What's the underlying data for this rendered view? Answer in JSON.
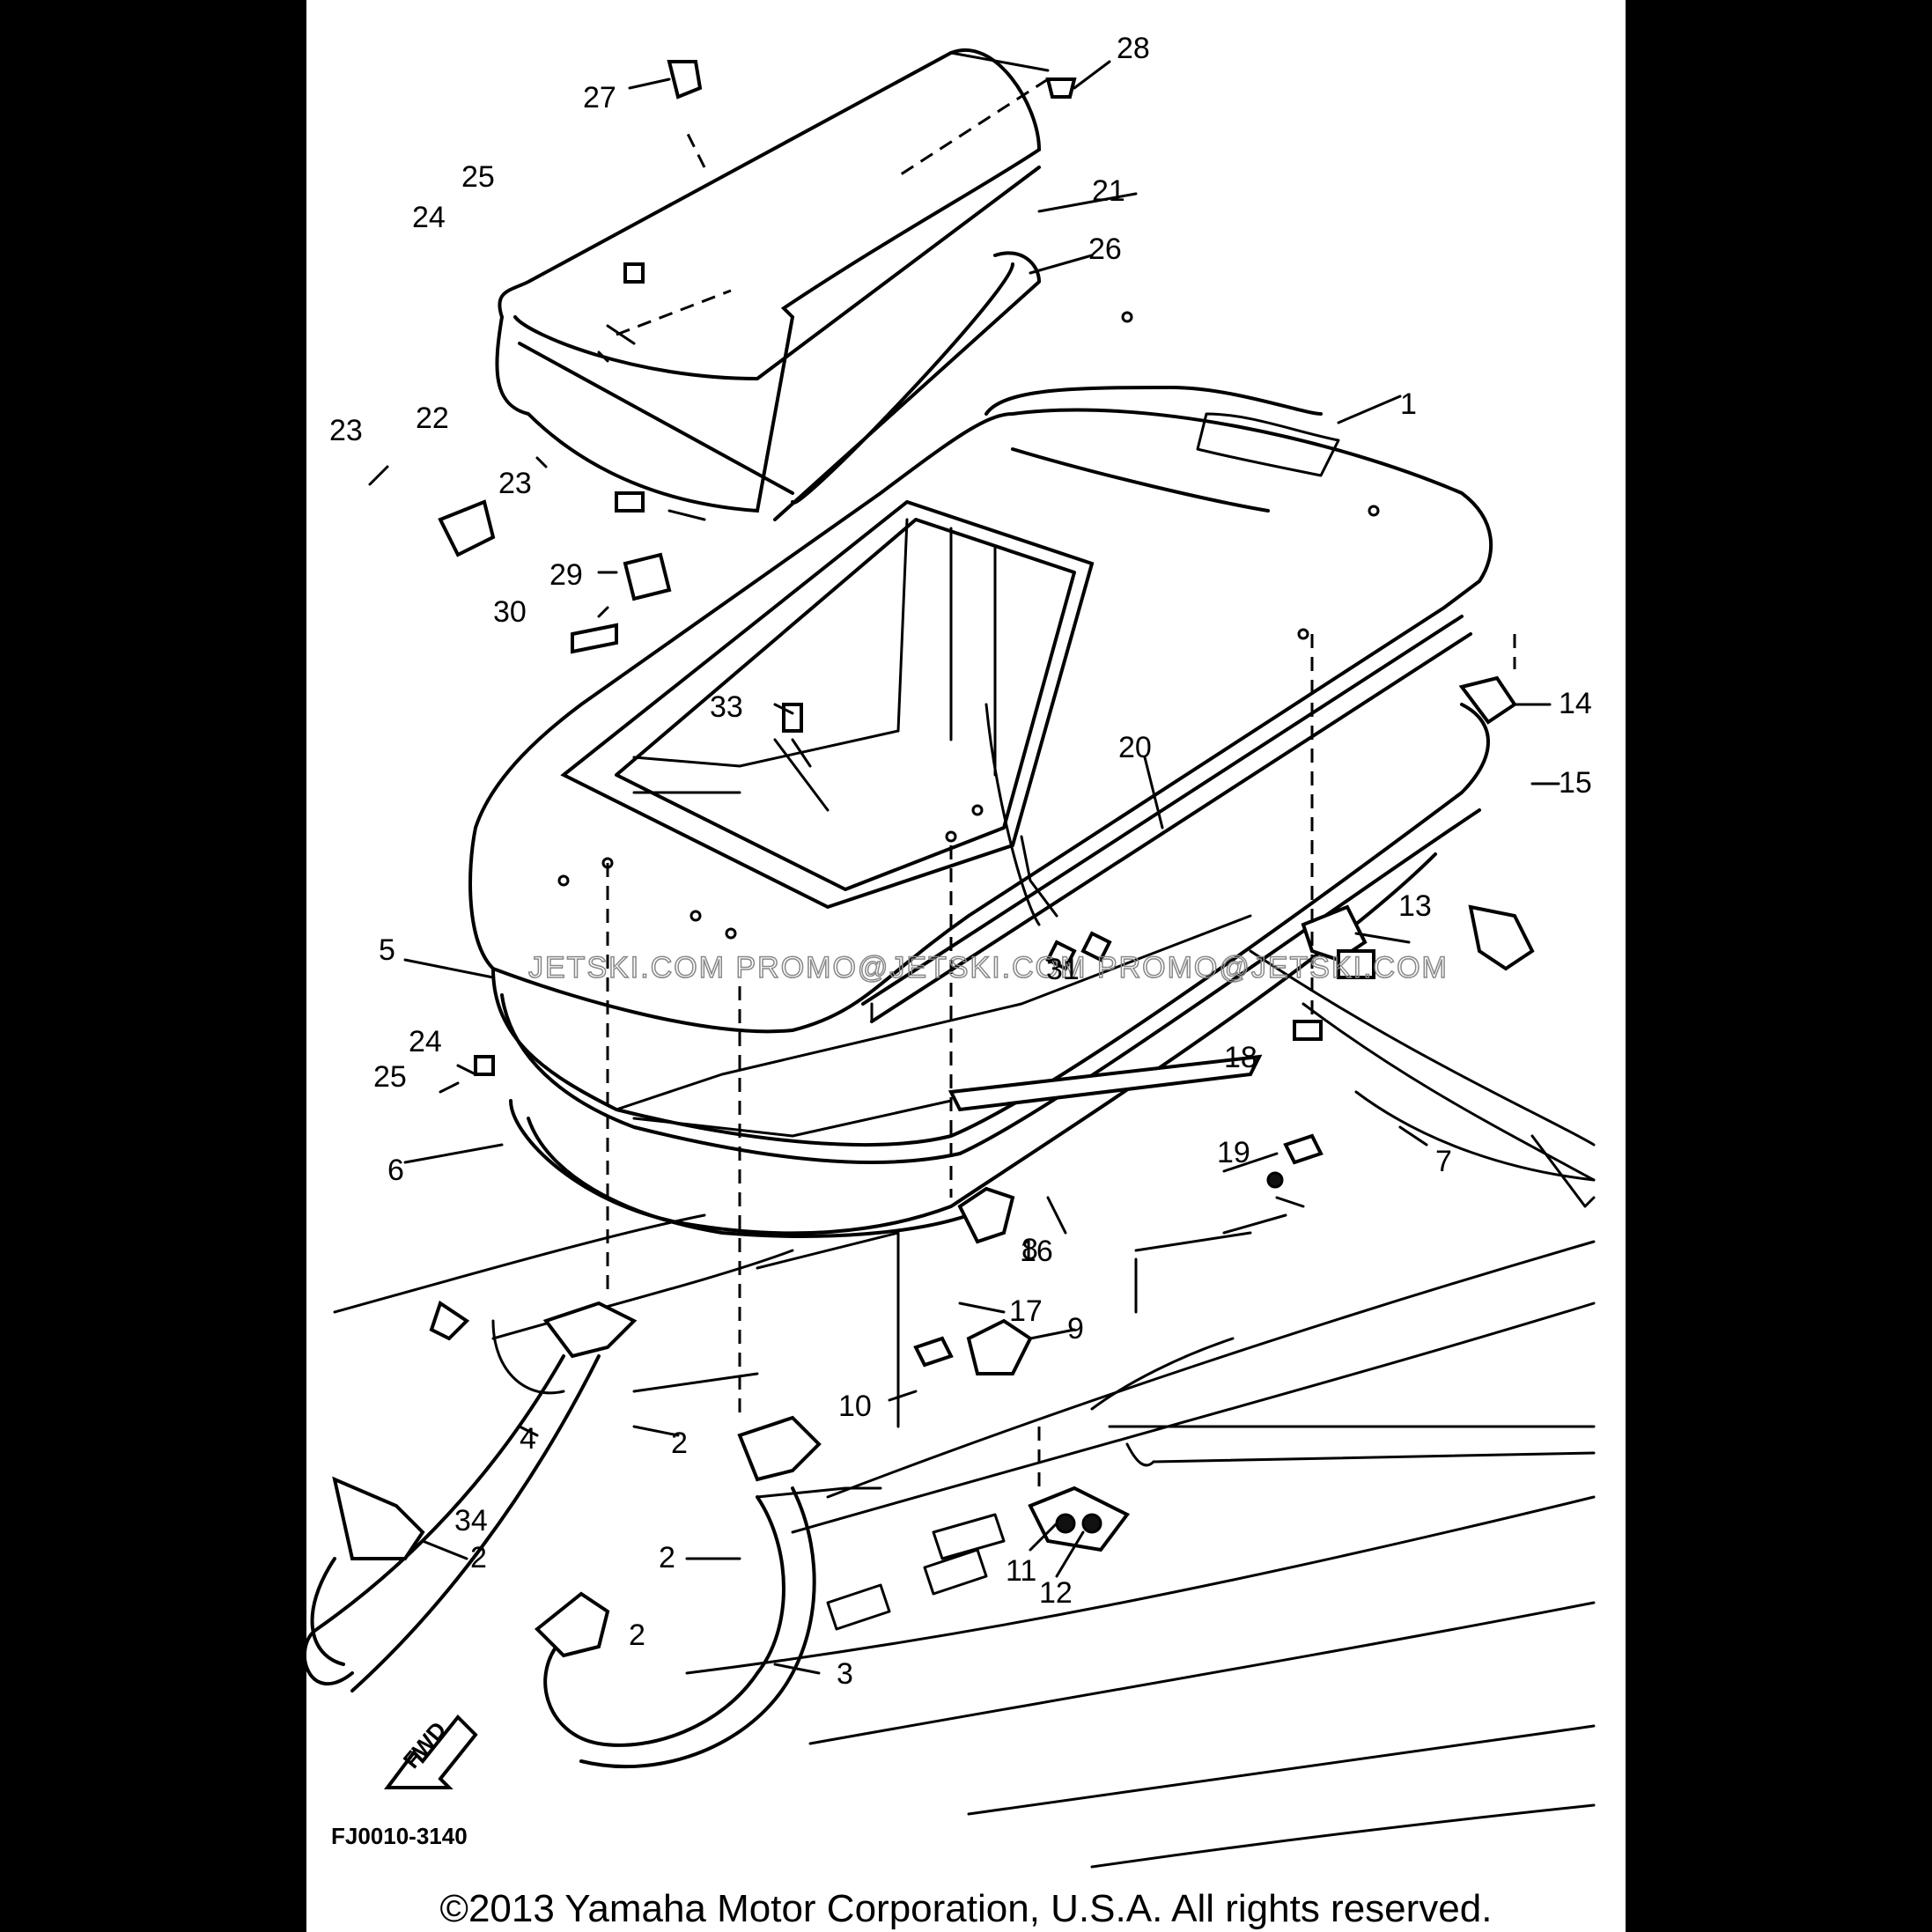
{
  "diagram": {
    "drawing_number": "FJ0010-3140",
    "direction_marker": "FWD",
    "watermark": "JETSKI.COM   PROMO@JETSKI.COM  PROMO@JETSKI.COM",
    "copyright": "©2013 Yamaha Motor Corporation, U.S.A. All rights reserved.",
    "callouts": {
      "c1": "1",
      "c2a": "2",
      "c2b": "2",
      "c2c": "2",
      "c2d": "2",
      "c3": "3",
      "c4": "4",
      "c5": "5",
      "c6": "6",
      "c7": "7",
      "c8": "8",
      "c9": "9",
      "c10": "10",
      "c11": "11",
      "c12": "12",
      "c13": "13",
      "c14": "14",
      "c15": "15",
      "c16": "16",
      "c17": "17",
      "c18": "18",
      "c19": "19",
      "c20": "20",
      "c21": "21",
      "c22": "22",
      "c23a": "23",
      "c23b": "23",
      "c24a": "24",
      "c24b": "24",
      "c25a": "25",
      "c25b": "25",
      "c26": "26",
      "c27": "27",
      "c28": "28",
      "c29": "29",
      "c30": "30",
      "c31": "31",
      "c33": "33",
      "c34": "34"
    }
  }
}
